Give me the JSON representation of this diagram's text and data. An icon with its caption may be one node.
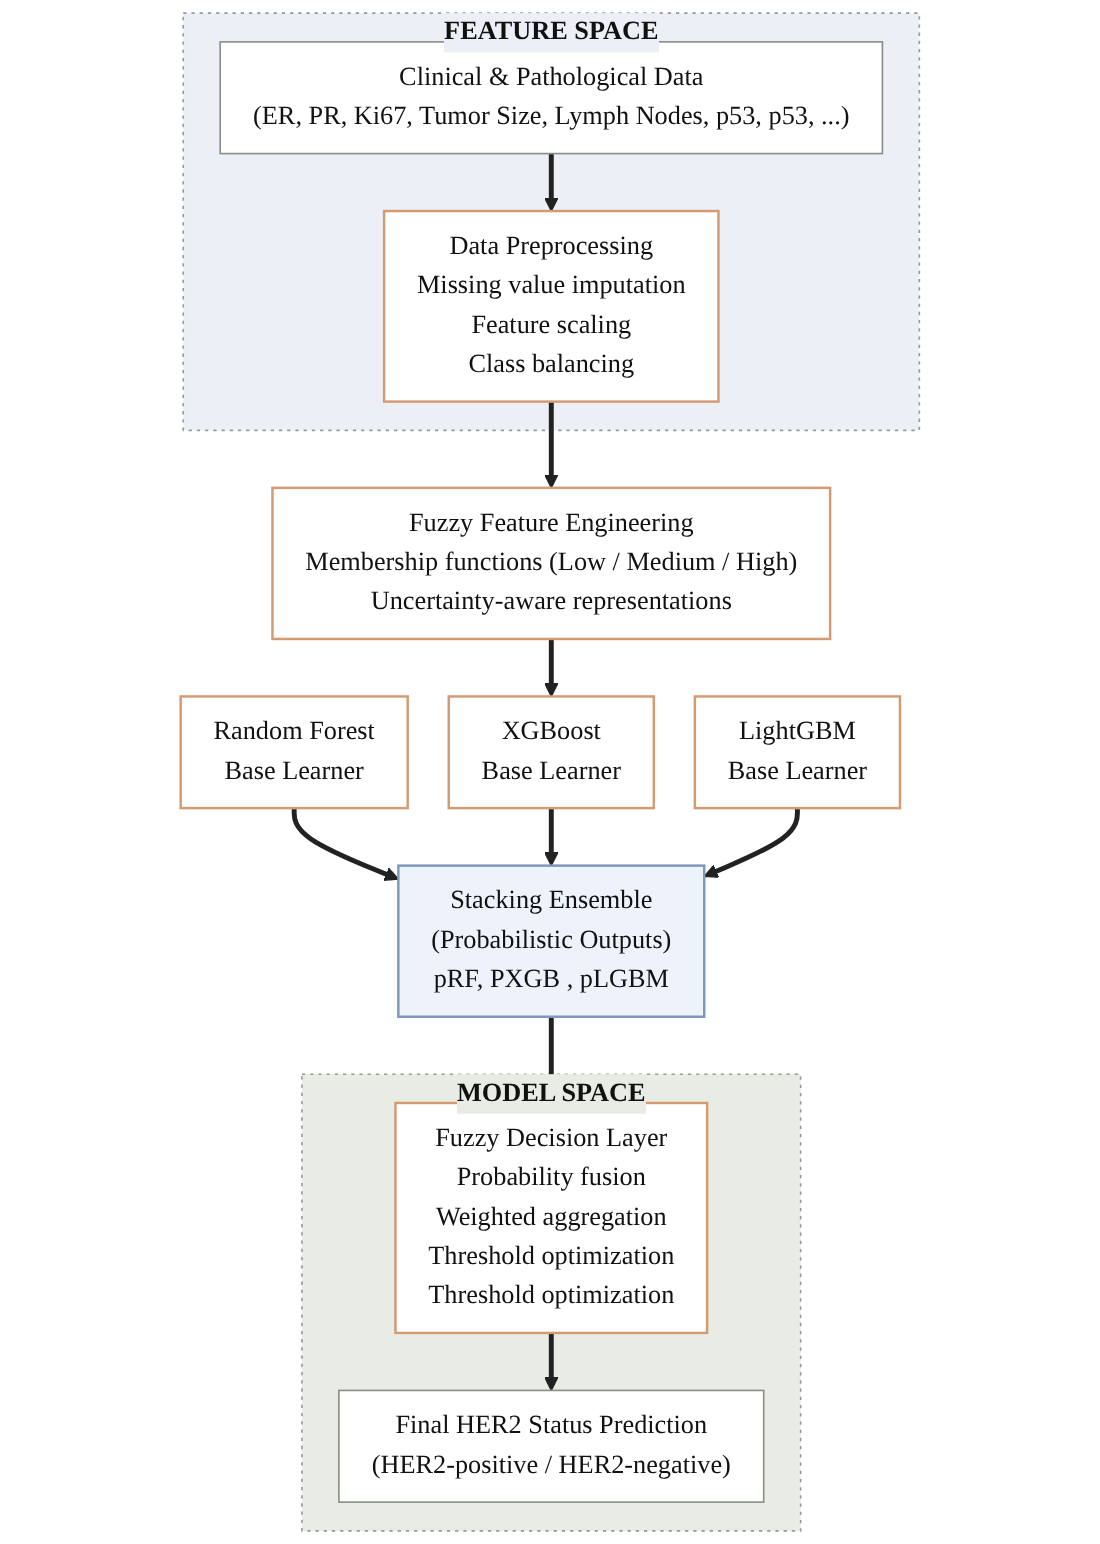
{
  "diagram": {
    "nodes": [
      {
        "text": [
          "FEATURE SPACE"
        ]
      },
      {
        "text": [
          "Clinical & Pathological Data",
          "(ER, PR, Ki67, Tumor Size, Lymph Nodes, p53, p53, ...)"
        ],
        "in": 0
      },
      {
        "text": [
          "Data Preprocessing",
          "Missing value imputation",
          "Feature scaling",
          "Class balancing"
        ],
        "in": 0
      },
      {
        "text": [
          "Fuzzy Feature Engineering",
          "Membership functions (Low / Medium / High)",
          "Uncertainty-aware representations"
        ]
      },
      {
        "text": [
          "Random Forest",
          "Base Learner"
        ]
      },
      {
        "text": [
          "XGBoost",
          "Base Learner"
        ]
      },
      {
        "text": [
          "LightGBM",
          "Base Learner"
        ]
      },
      {
        "text": [
          "Stacking Ensemble",
          "(Probabilistic Outputs)",
          "pRF, PXGB , pLGBM"
        ]
      },
      {
        "text": [
          "MODEL SPACE"
        ]
      },
      {
        "text": [
          "Fuzzy Decision Layer",
          "Probability fusion",
          "Weighted aggregation",
          "Threshold optimization",
          "Threshold optimization"
        ],
        "in": 8
      },
      {
        "text": [
          "Final HER2 Status Prediction",
          "(HER2-positive / HER2-negative)"
        ],
        "in": 8
      }
    ],
    "edges": [
      {
        "from": 1,
        "to": 2,
        "arrow": "to"
      },
      {
        "from": 2,
        "to": 3,
        "arrow": "to"
      },
      {
        "from": 3,
        "to": 5,
        "arrow": "to"
      },
      {
        "from": 4,
        "to": 7,
        "arrow": "to"
      },
      {
        "from": 5,
        "to": 7,
        "arrow": "to"
      },
      {
        "from": 6,
        "to": 7,
        "arrow": "to"
      },
      {
        "from": 7,
        "to": 9,
        "arrow": "to"
      },
      {
        "from": 9,
        "to": 10,
        "arrow": "to"
      }
    ]
  }
}
